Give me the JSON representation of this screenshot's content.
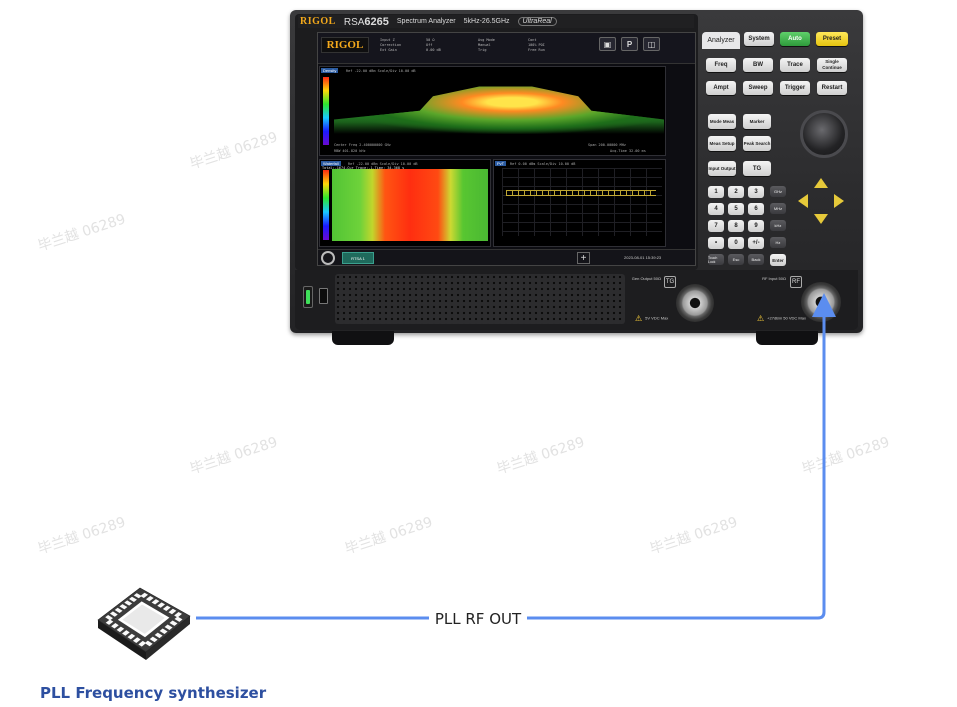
{
  "instrument": {
    "brand": "RIGOL",
    "model_prefix": "RSA",
    "model_number": "6265",
    "type": "Spectrum Analyzer",
    "range": "5kHz-26.5GHz",
    "ultra": "UltraReal",
    "screen": {
      "logo": "RIGOL",
      "density_tag": "Density",
      "density_ref": "Ref -22.00 dBm    Scale/Div 10.00 dB",
      "center_freq": "Center Freq 2.400000000 GHz",
      "span": "Span 200.00000 MHz",
      "rbw": "RBW 401.820 kHz",
      "acq_time": "Acq.Time 32.00 ms",
      "waterfall_tag": "Waterfall",
      "waterfall_ref": "Ref -22.00 dBm    Scale/Div 10.00 dB",
      "waterfall_info": "Total:-1674,Cur Trace:-1,Time: 34.368 s",
      "pvt_tag": "PvT",
      "pvt_ref": "Ref 0.00 dBm    Scale/Div 10.00 dB",
      "rtsa_chip": "RTSA 1",
      "date": "2023-08-01 15:39:23"
    },
    "keys": {
      "tab_analyzer": "Analyzer",
      "system": "System",
      "auto": "Auto",
      "preset": "Preset",
      "freq": "Freq",
      "bw": "BW",
      "trace": "Trace",
      "single": "Single Continue",
      "ampt": "Ampt",
      "sweep": "Sweep",
      "trigger": "Trigger",
      "restart": "Restart",
      "mode_meas": "Mode Meas",
      "marker": "Marker",
      "meas_setup": "Meas Setup",
      "peak_search": "Peak Search",
      "input_output": "Input Output",
      "tg": "TG",
      "numpad": [
        "1",
        "2",
        "3",
        "4",
        "5",
        "6",
        "7",
        "8",
        "9",
        "•",
        "0",
        "+/-"
      ],
      "units": [
        "GHz",
        "MHz",
        "kHz",
        "Hz"
      ],
      "touch_lock": "Touch Lock",
      "esc": "Esc",
      "back": "Back",
      "enter": "Enter"
    },
    "ports": {
      "gen_output": "Gen Output 50Ω",
      "tg_badge": "TG",
      "gen_warning": "5V VDC Max",
      "rf_input": "RF Input 50Ω",
      "rf_badge": "RF",
      "rf_warning": "+27dBm 50 VDC Max"
    }
  },
  "watermark": "毕兰越 06289",
  "connection": {
    "label": "PLL RF OUT",
    "color": "#5b8def"
  },
  "chip": {
    "caption": "PLL Frequency synthesizer",
    "caption_color": "#2d4fa0"
  }
}
